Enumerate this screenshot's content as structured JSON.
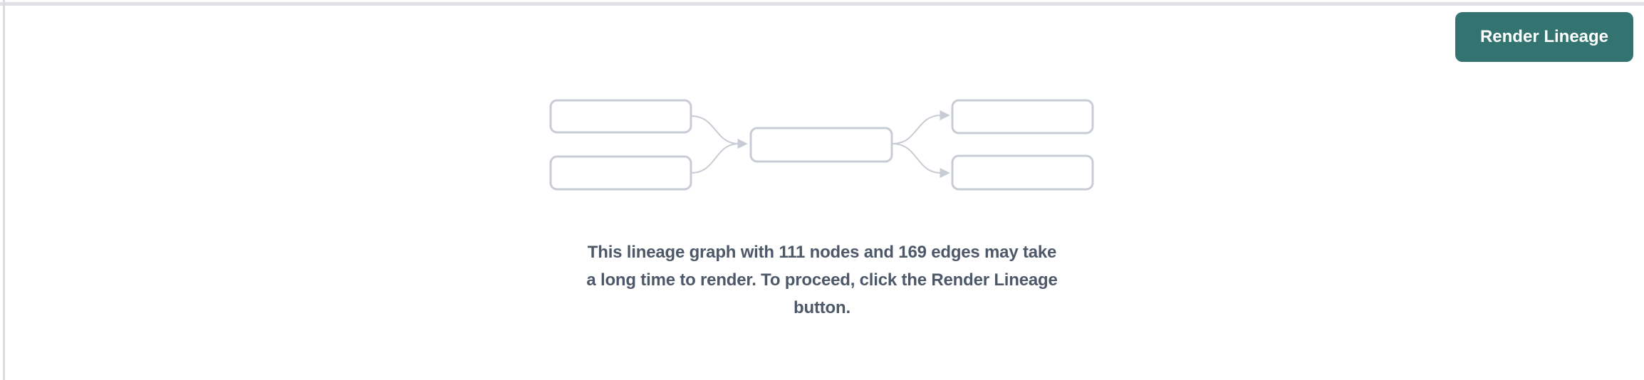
{
  "theme": {
    "accent_teal": "#337470",
    "button_text": "#ffffff",
    "diagram_stroke": "#c8ccd4",
    "message_text": "#4d5869",
    "top_border": "#e1e1e5",
    "left_border": "#dcdce0",
    "background": "#ffffff"
  },
  "toolbar": {
    "render_lineage_label": "Render Lineage"
  },
  "empty_state": {
    "illustration": "lineage-graph-placeholder",
    "node_count": "111",
    "edge_count": "169",
    "message": "This lineage graph with 111 nodes and 169 edges may take a long time to render. To proceed, click the Render Lineage button.",
    "message_lines": [
      "This lineage graph with 111 nodes and 169 edges may take",
      "a long time to render. To proceed, click the Render Lineage",
      "button."
    ]
  }
}
